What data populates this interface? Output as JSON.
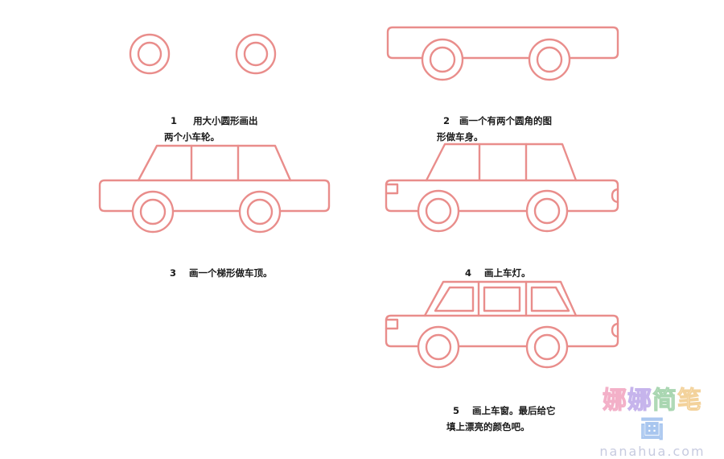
{
  "steps": [
    {
      "number": "1",
      "text": "用大小圆形画出\n两个小车轮。"
    },
    {
      "number": "2",
      "text": "画一个有两个圆角的图\n形做车身。"
    },
    {
      "number": "3",
      "text": "画一个梯形做车顶。"
    },
    {
      "number": "4",
      "text": "画上车灯。"
    },
    {
      "number": "5",
      "text": "画上车窗。最后给它\n填上漂亮的颜色吧。"
    }
  ],
  "watermark": {
    "chars": [
      "娜",
      "娜",
      "简",
      "笔",
      "画"
    ],
    "url": "nanahua.com"
  },
  "colors": {
    "line": "#e98d8b",
    "text": "#1a1a1a"
  }
}
